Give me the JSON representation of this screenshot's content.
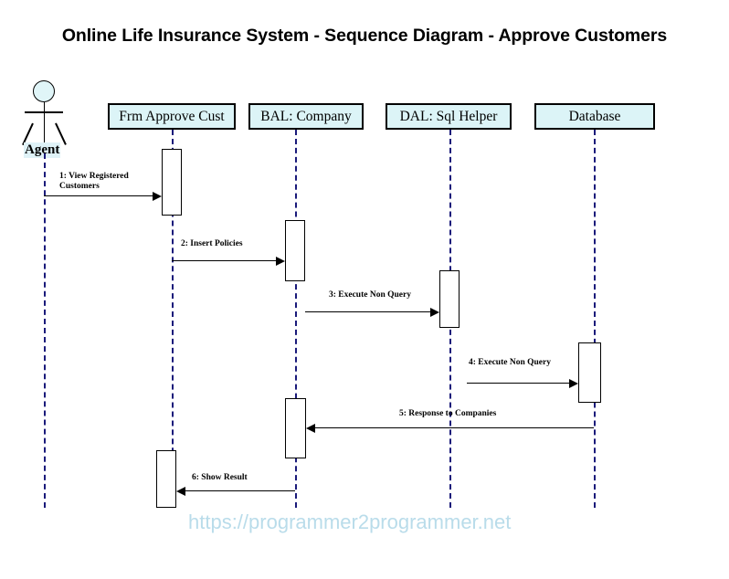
{
  "title": "Online Life Insurance System - Sequence Diagram - Approve Customers",
  "watermark": "https://programmer2programmer.net",
  "colors": {
    "lifeline_box_fill": "#dcf4f7",
    "lifeline_dash": "#1a1a7a",
    "actor_label_highlight": "#dff2f7",
    "watermark": "#b9dcea",
    "stroke": "#000000"
  },
  "actor": {
    "name": "actor-agent",
    "label": "Agent"
  },
  "participants": [
    {
      "id": "frm-approve-cust",
      "label": "Frm Approve Cust"
    },
    {
      "id": "bal-company",
      "label": "BAL: Company"
    },
    {
      "id": "dal-sql-helper",
      "label": "DAL: Sql Helper"
    },
    {
      "id": "database",
      "label": "Database"
    }
  ],
  "messages": [
    {
      "num": "1",
      "label": "1: View Registered\nCustomers",
      "from": "actor-agent",
      "to": "frm-approve-cust",
      "direction": "right"
    },
    {
      "num": "2",
      "label": "2: Insert Policies",
      "from": "frm-approve-cust",
      "to": "bal-company",
      "direction": "right"
    },
    {
      "num": "3",
      "label": "3: Execute Non Query",
      "from": "bal-company",
      "to": "dal-sql-helper",
      "direction": "right"
    },
    {
      "num": "4",
      "label": "4: Execute Non Query",
      "from": "dal-sql-helper",
      "to": "database",
      "direction": "right"
    },
    {
      "num": "5",
      "label": "5: Response to Companies",
      "from": "database",
      "to": "bal-company",
      "direction": "left"
    },
    {
      "num": "6",
      "label": "6: Show Result",
      "from": "bal-company",
      "to": "frm-approve-cust",
      "direction": "left"
    }
  ]
}
